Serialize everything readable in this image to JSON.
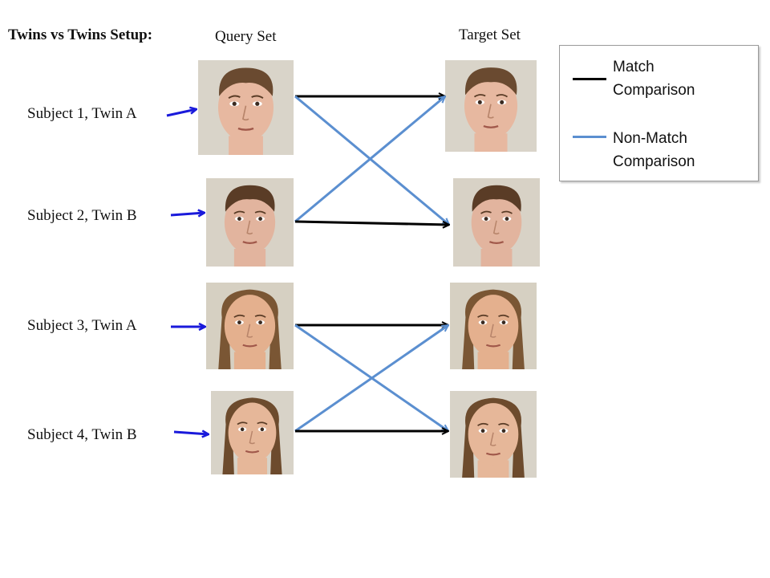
{
  "title": "Twins vs Twins Setup:",
  "columns": {
    "query": "Query Set",
    "target": "Target Set"
  },
  "subjects": [
    {
      "label": "Subject 1, Twin A",
      "sex": "male",
      "skin": "#e7b8a0",
      "hair": "#6a4a30",
      "bg": "#d9d4c9"
    },
    {
      "label": "Subject 2, Twin B",
      "sex": "male",
      "skin": "#e2b49e",
      "hair": "#5a3c26",
      "bg": "#d8d2c6"
    },
    {
      "label": "Subject 3, Twin A",
      "sex": "female",
      "skin": "#e4b08e",
      "hair": "#7a5634",
      "bg": "#d6d0c2"
    },
    {
      "label": "Subject 4, Twin B",
      "sex": "female",
      "skin": "#e6b799",
      "hair": "#6d4b2d",
      "bg": "#d8d3c8"
    }
  ],
  "legend": {
    "match": {
      "label": "Match Comparison",
      "color": "#000000"
    },
    "nonmatch": {
      "label": "Non-Match Comparison",
      "color": "#5b8fd0"
    }
  },
  "colors": {
    "subject_arrow": "#1a1adb",
    "match_line": "#000000",
    "nonmatch_line": "#5b8fd0"
  },
  "comparisons": [
    {
      "from": 0,
      "to": 0,
      "type": "match"
    },
    {
      "from": 0,
      "to": 1,
      "type": "nonmatch"
    },
    {
      "from": 1,
      "to": 0,
      "type": "nonmatch"
    },
    {
      "from": 1,
      "to": 1,
      "type": "match"
    },
    {
      "from": 2,
      "to": 2,
      "type": "match"
    },
    {
      "from": 2,
      "to": 3,
      "type": "nonmatch"
    },
    {
      "from": 3,
      "to": 2,
      "type": "nonmatch"
    },
    {
      "from": 3,
      "to": 3,
      "type": "match"
    }
  ]
}
